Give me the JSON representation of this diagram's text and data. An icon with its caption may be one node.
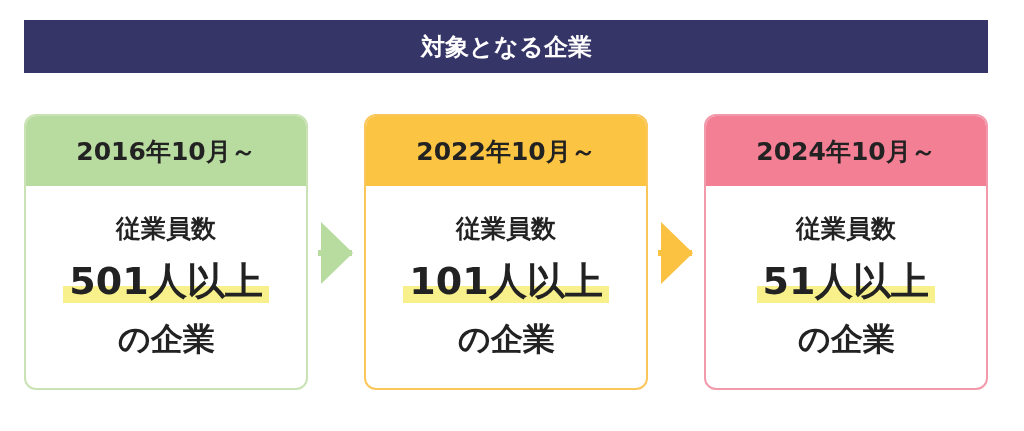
{
  "diagram": {
    "title": "対象となる企業",
    "nodes": [
      {
        "text": [
          "2016年10月～",
          "従業員数",
          "501人以上",
          "の企業"
        ]
      },
      {
        "text": [
          "2022年10月～",
          "従業員数",
          "101人以上",
          "の企業"
        ]
      },
      {
        "text": [
          "2024年10月～",
          "従業員数",
          "51人以上",
          "の企業"
        ]
      }
    ],
    "edges": [
      {
        "from": 0,
        "to": 1,
        "arrow": "to",
        "color": "#b8dba0"
      },
      {
        "from": 1,
        "to": 2,
        "arrow": "to",
        "color": "#fbc241"
      }
    ]
  }
}
